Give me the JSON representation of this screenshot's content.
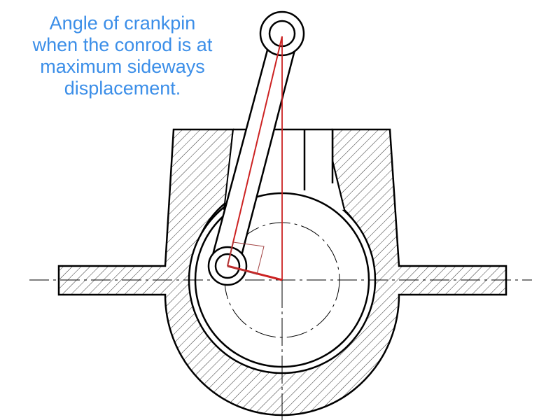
{
  "caption": {
    "lines": [
      "Angle of crankpin",
      "when the conrod is at",
      "maximum sideways",
      "displacement."
    ]
  },
  "colors": {
    "annotation_text": "#3b8ee8",
    "construction_lines": "#cc2222",
    "outline": "#000000"
  }
}
